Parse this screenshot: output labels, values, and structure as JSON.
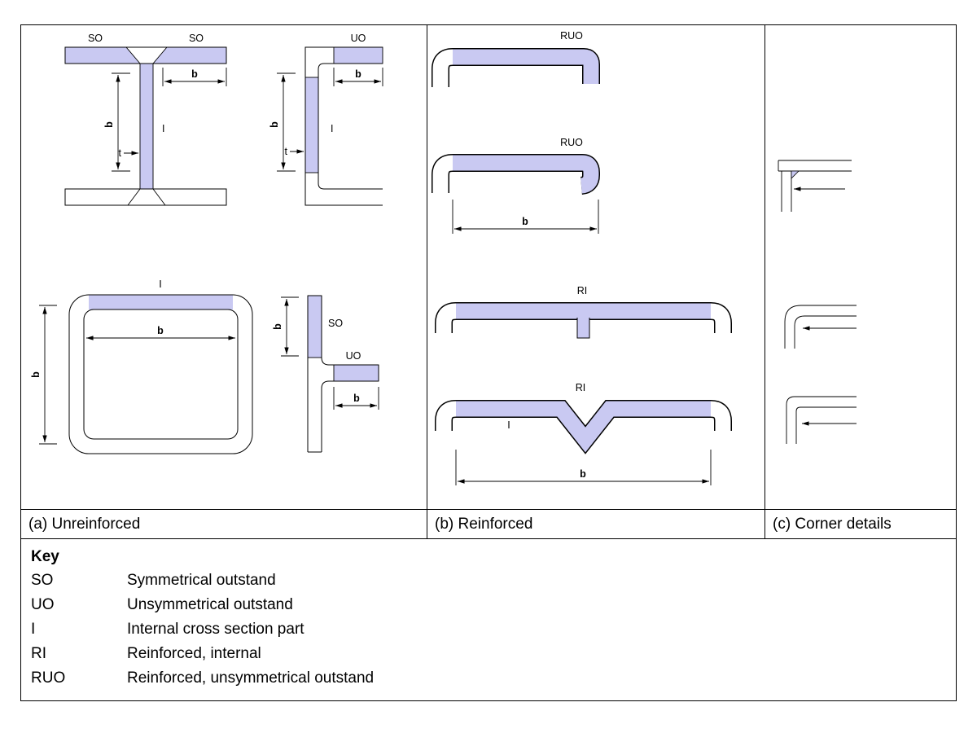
{
  "figure": {
    "captions": {
      "a": "(a) Unreinforced",
      "b": "(b) Reinforced",
      "c": "(c) Corner details"
    },
    "labels": {
      "so": "SO",
      "uo": "UO",
      "i": "I",
      "ri": "RI",
      "ruo": "RUO",
      "dim_b": "b",
      "dim_t": "t"
    },
    "key": {
      "title": "Key",
      "entries": [
        {
          "abbr": "SO",
          "desc": "Symmetrical outstand"
        },
        {
          "abbr": "UO",
          "desc": "Unsymmetrical outstand"
        },
        {
          "abbr": "I",
          "desc": "Internal cross section part"
        },
        {
          "abbr": "RI",
          "desc": "Reinforced, internal"
        },
        {
          "abbr": "RUO",
          "desc": "Reinforced, unsymmetrical outstand"
        }
      ]
    },
    "colors": {
      "highlight": "#c9c9f2",
      "line": "#000000"
    }
  }
}
